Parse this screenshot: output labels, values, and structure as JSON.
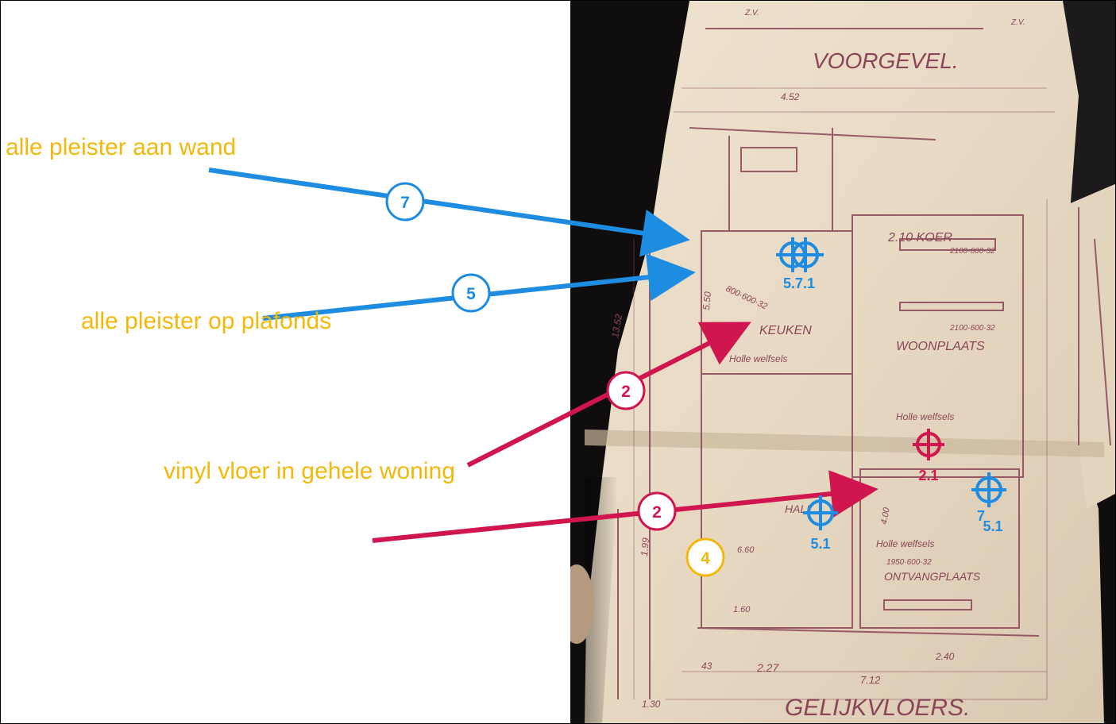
{
  "colors": {
    "blue": "#1e8ce0",
    "red": "#d0164e",
    "yellow": "#f2b80c",
    "paper": "#e9dcc8",
    "ink": "#8a4658",
    "background": "#0e0c0c"
  },
  "annotations": {
    "wall_plaster": {
      "label": "alle pleister aan wand",
      "badge": "7"
    },
    "ceiling_plaster": {
      "label": "alle pleister op plafonds",
      "badge": "5"
    },
    "vinyl_floor": {
      "label": "vinyl vloer in gehele woning",
      "badge_upper": "2",
      "badge_lower": "2"
    },
    "marker_yellow": {
      "badge": "4"
    }
  },
  "markers": {
    "kitchen_top": "5.7.1",
    "center_red": "2.1",
    "hall": "5.1",
    "right_top": "7",
    "right_bottom": "5.1"
  },
  "plan_text": {
    "voorgevel": "VOORGEVEL.",
    "gelijkvloers": "GELIJKVLOERS.",
    "keuken": "KEUKEN",
    "koer": "KOER",
    "woonplaats": "WOONPLAATS",
    "ontvangplaats": "ONTVANGPLAATS",
    "hall": "HALL",
    "holle_welfsels_1": "Holle welfsels",
    "holle_welfsels_2": "Holle welfsels",
    "holle_welfsels_3": "Holle welfsels",
    "dim_452": "4.52",
    "dim_1352": "13.52",
    "dim_550": "5.50",
    "dim_800": "800·600·32",
    "dim_210": "2.10 KOER",
    "dim_2100": "2100·600·32",
    "dim_1950": "1950·600·32",
    "dim_660": "6.60",
    "dim_4": "4.00",
    "dim_227": "2.27",
    "dim_712": "7.12",
    "dim_130": "1.30",
    "dim_43": "43",
    "dim_160": "1.60",
    "dim_199": "1.99",
    "dim_240": "2.40",
    "zv_1": "Z.V.",
    "zv_2": "Z.V."
  }
}
